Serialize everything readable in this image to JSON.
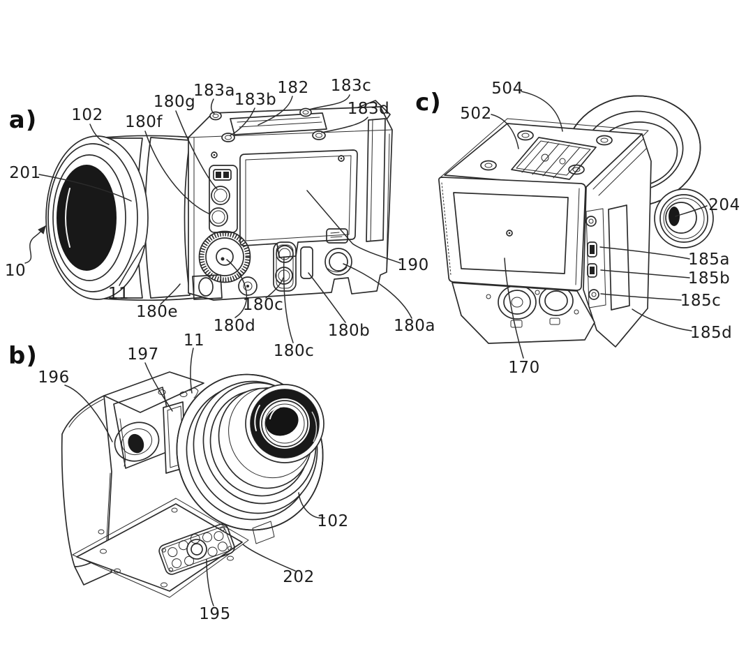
{
  "figure": {
    "kind": "patent-line-drawing",
    "background": "#ffffff",
    "ink": "#2b2b2b",
    "views": {
      "a": {
        "tag": "a)",
        "labels": {
          "102": "102",
          "180g": "180g",
          "183a": "183a",
          "183b": "183b",
          "182": "182",
          "183c": "183c",
          "183d": "183d",
          "180f": "180f",
          "201": "201",
          "10": "10",
          "11": "11",
          "180e": "180e",
          "180d": "180d",
          "180c_upper": "180c",
          "180c_lower": "180c",
          "180b": "180b",
          "180a": "180a",
          "190": "190"
        }
      },
      "b": {
        "tag": "b)",
        "labels": {
          "196": "196",
          "197": "197",
          "11": "11",
          "102": "102",
          "202": "202",
          "195": "195"
        }
      },
      "c": {
        "tag": "c)",
        "labels": {
          "504": "504",
          "502": "502",
          "204": "204",
          "185a": "185a",
          "185b": "185b",
          "185c": "185c",
          "185d": "185d",
          "170": "170"
        }
      }
    }
  }
}
